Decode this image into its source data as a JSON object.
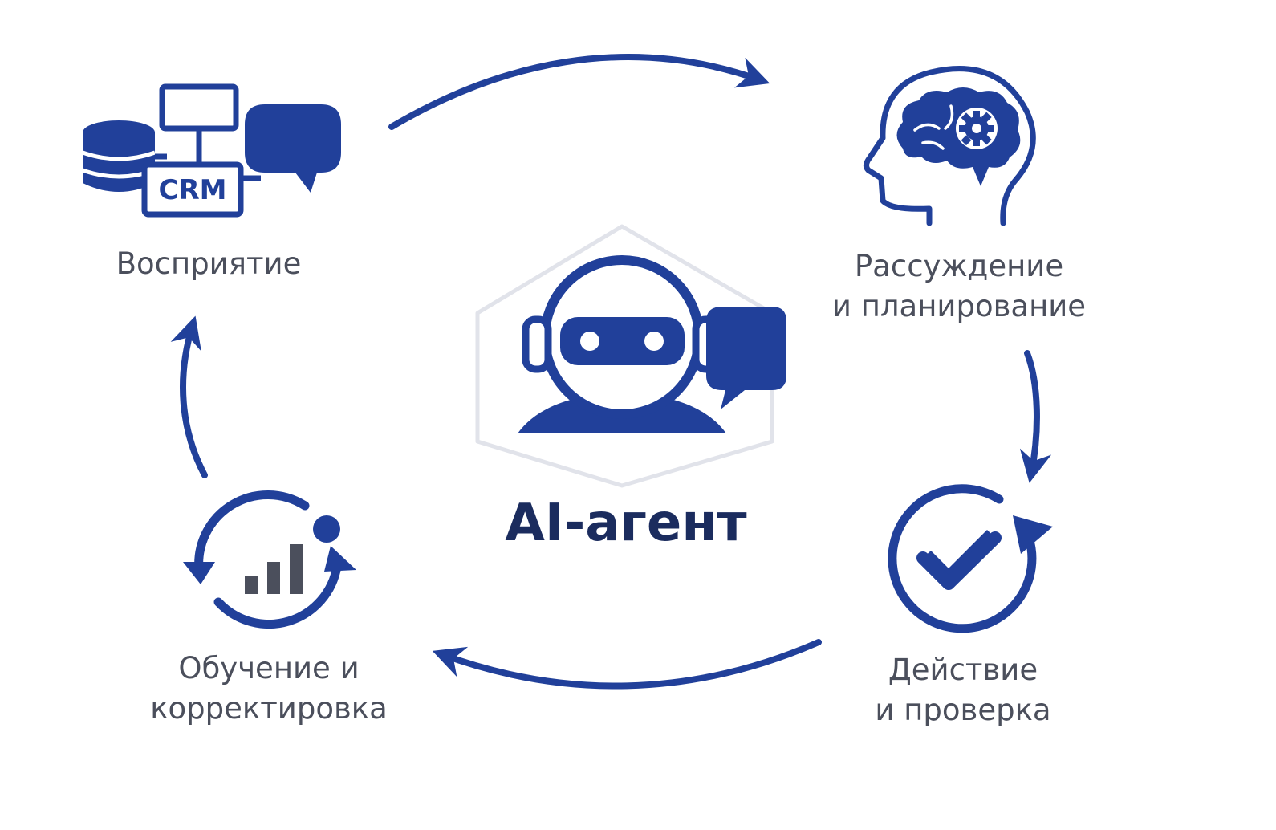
{
  "colors": {
    "accent": "#21409a",
    "text": "#4b4f5c",
    "title": "#1b2c5e",
    "hexagon_outline": "#e1e3ea",
    "background": "#ffffff"
  },
  "center": {
    "title": "AI-агент",
    "icon": "robot-headset-icon"
  },
  "stages": [
    {
      "id": "perception",
      "lines": [
        "Восприятие"
      ],
      "icon": "crm-data-chat-icon",
      "icon_text": "CRM"
    },
    {
      "id": "reasoning",
      "lines": [
        "Рассуждение",
        "и планирование"
      ],
      "icon": "brain-gear-head-icon"
    },
    {
      "id": "action",
      "lines": [
        "Действие",
        "и проверка"
      ],
      "icon": "checkmark-circle-icon"
    },
    {
      "id": "learning",
      "lines": [
        "Обучение и",
        "корректировка"
      ],
      "icon": "cycle-chart-icon"
    }
  ],
  "flow": [
    "perception",
    "reasoning",
    "action",
    "learning",
    "perception"
  ]
}
